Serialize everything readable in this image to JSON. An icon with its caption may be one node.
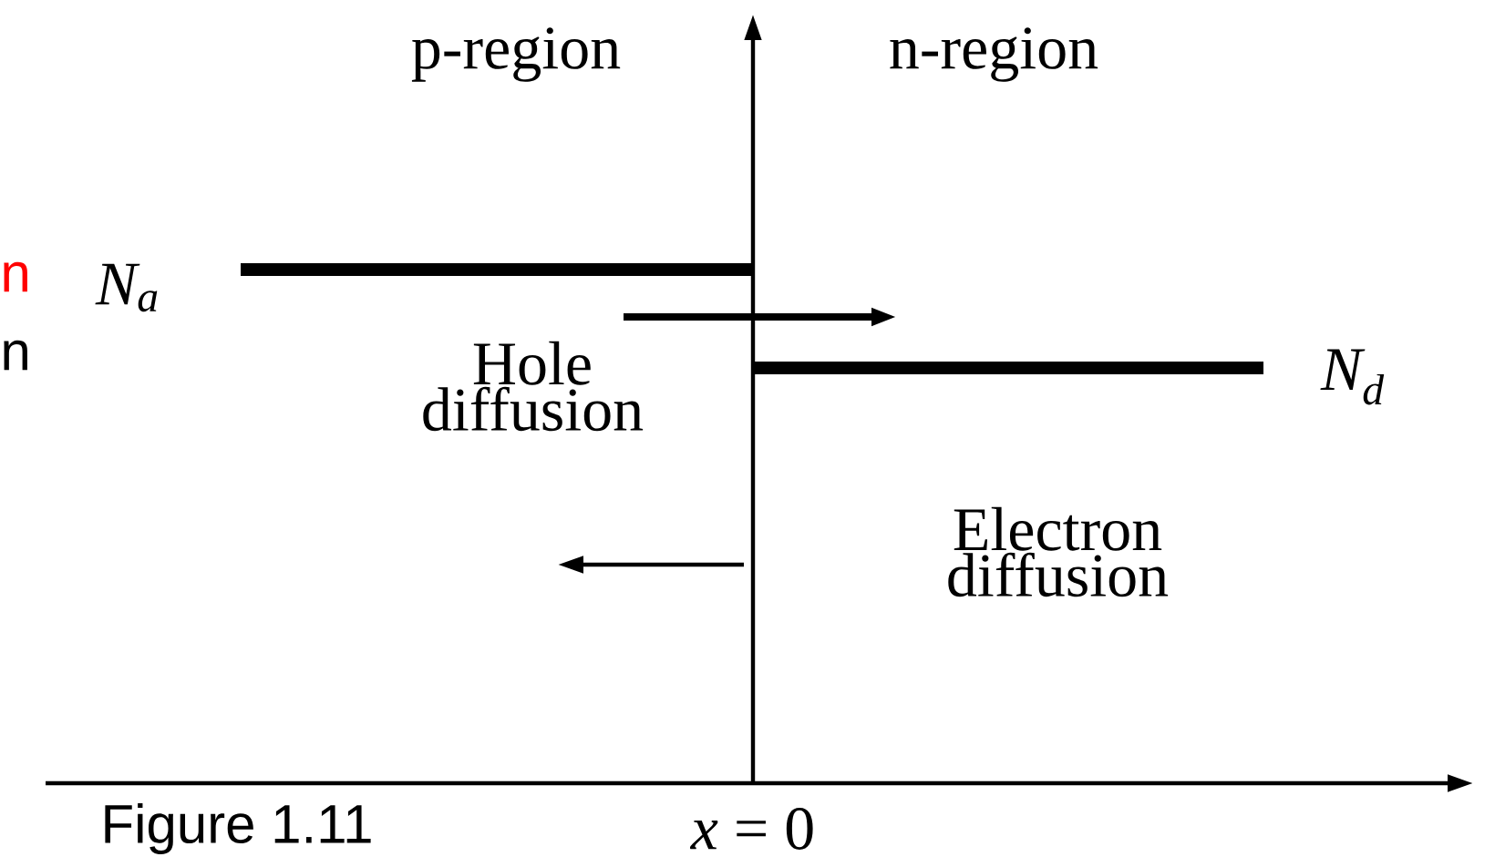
{
  "diagram": {
    "labels": [
      "p-region",
      "n-region",
      "n",
      "N$_{a}$",
      "n",
      "Hole diffusion",
      "N$_{d}$",
      "Electron diffusion",
      "*x* = 0",
      "Figure 1.11"
    ]
  }
}
